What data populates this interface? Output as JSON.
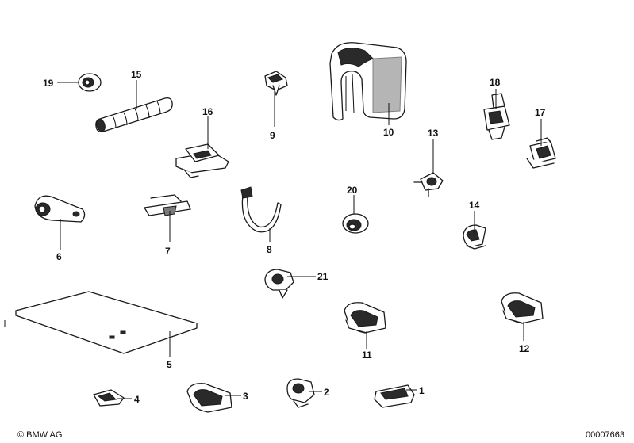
{
  "parts": [
    {
      "id": "p1",
      "number": "1"
    },
    {
      "id": "p2",
      "number": "2"
    },
    {
      "id": "p3",
      "number": "3"
    },
    {
      "id": "p4",
      "number": "4"
    },
    {
      "id": "p5",
      "number": "5"
    },
    {
      "id": "p6",
      "number": "6"
    },
    {
      "id": "p7",
      "number": "7"
    },
    {
      "id": "p8",
      "number": "8"
    },
    {
      "id": "p9",
      "number": "9"
    },
    {
      "id": "p10",
      "number": "10"
    },
    {
      "id": "p11",
      "number": "11"
    },
    {
      "id": "p12",
      "number": "12"
    },
    {
      "id": "p13",
      "number": "13"
    },
    {
      "id": "p14",
      "number": "14"
    },
    {
      "id": "p15",
      "number": "15"
    },
    {
      "id": "p16",
      "number": "16"
    },
    {
      "id": "p17",
      "number": "17"
    },
    {
      "id": "p18",
      "number": "18"
    },
    {
      "id": "p19",
      "number": "19"
    },
    {
      "id": "p20",
      "number": "20"
    },
    {
      "id": "p21",
      "number": "21"
    }
  ],
  "footer": {
    "copyright": "© BMW AG",
    "drawing_number": "00007663"
  }
}
